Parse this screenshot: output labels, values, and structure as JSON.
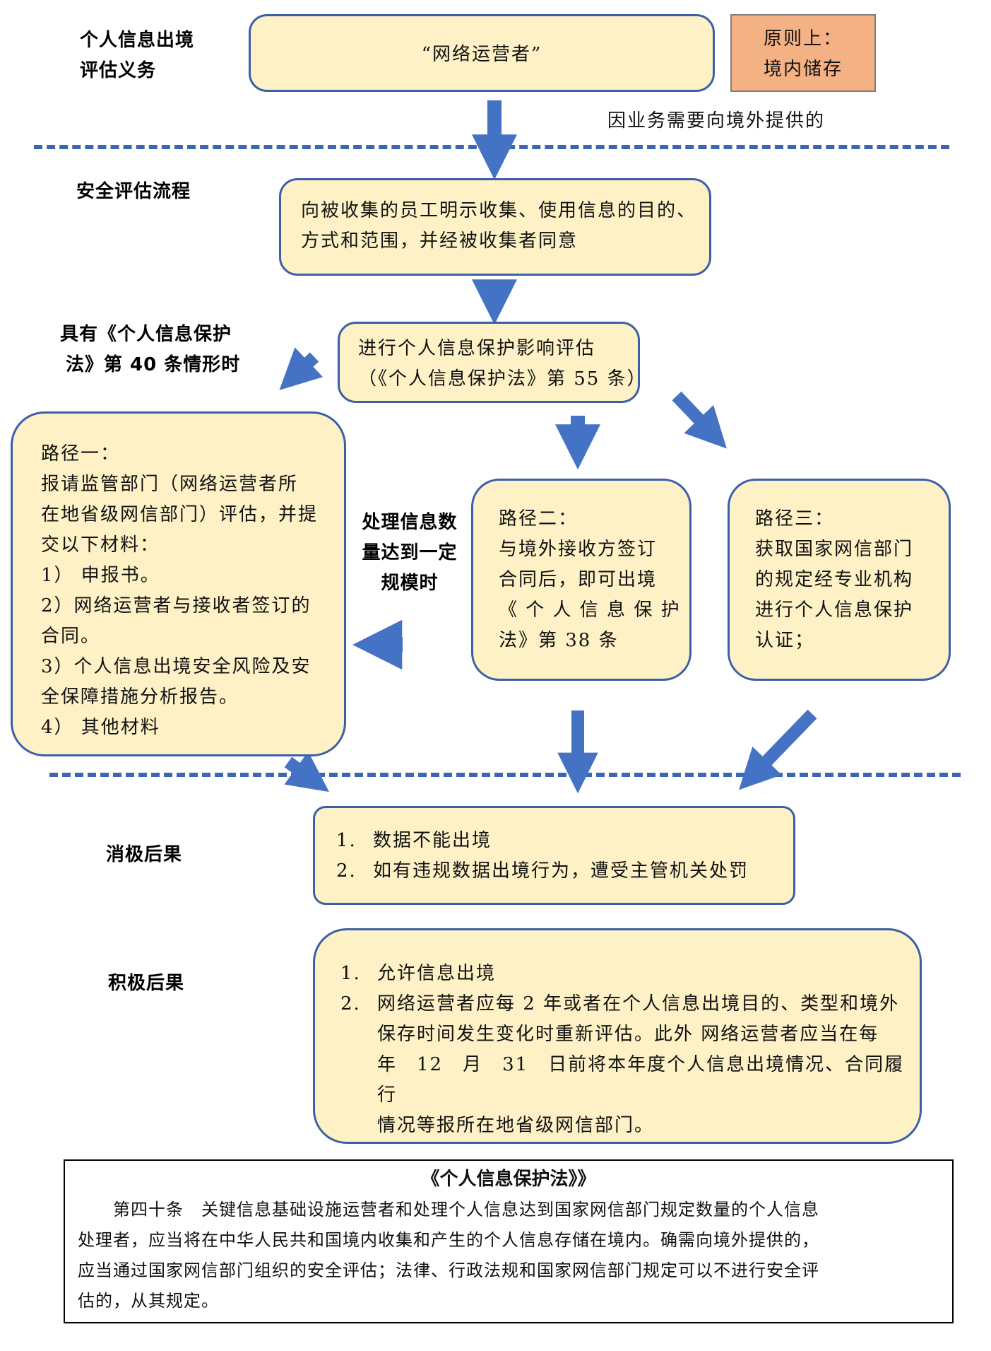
{
  "labels": {
    "obligation": [
      "个人信息出境",
      "评估义务"
    ],
    "process": "安全评估流程",
    "article40": [
      "具有《个人信息保护",
      "法》第 40 条情形时"
    ],
    "scale": [
      "处理信息数",
      "量达到一定",
      "规模时"
    ],
    "negative": "消极后果",
    "positive": "积极后果"
  },
  "boxes": {
    "operator": "“网络运营者”",
    "principle": [
      "原则上：",
      "境内储存"
    ],
    "business_note": "因业务需要向境外提供的",
    "inform": [
      "向被收集的员工明示收集、使用信息的目的、",
      "方式和范围，并经被收集者同意"
    ],
    "assessment": [
      "进行个人信息保护影响评估",
      "（《个人信息保护法》第 55 条）"
    ],
    "path1": [
      "路径一：",
      "报请监管部门（网络运营者所",
      "在地省级网信部门）评估，并提",
      "交以下材料：",
      "1） 申报书。",
      "2）网络运营者与接收者签订的",
      "合同。",
      "3）个人信息出境安全风险及安",
      "全保障措施分析报告。",
      "4） 其他材料"
    ],
    "path2": [
      "路径二：",
      "与境外接收方签订",
      "合同后，即可出境",
      "《 个 人 信 息 保 护",
      "法》第 38 条"
    ],
    "path3": [
      "路径三：",
      "获取国家网信部门",
      "的规定经专业机构",
      "进行个人信息保护",
      "认证；"
    ]
  },
  "negative_items": [
    {
      "num": "1.",
      "text": "数据不能出境"
    },
    {
      "num": "2.",
      "text": "如有违规数据出境行为，遭受主管机关处罚"
    }
  ],
  "positive_items": [
    {
      "num": "1.",
      "lines": [
        "允许信息出境"
      ]
    },
    {
      "num": "2.",
      "lines": [
        "网络运营者应每 2 年或者在个人信息出境目的、类型和境外",
        "保存时间发生变化时重新评估。此外 网络运营者应当在每",
        "年　12　月　31　日前将本年度个人信息出境情况、合同履行",
        "情况等报所在地省级网信部门。"
      ]
    }
  ],
  "law": {
    "title": "《个人信息保护法》》",
    "lines": [
      "　　第四十条　关键信息基础设施运营者和处理个人信息达到国家网信部门规定数量的个人信息",
      "处理者，应当将在中华人民共和国境内收集和产生的个人信息存储在境内。确需向境外提供的，",
      "应当通过国家网信部门组织的安全评估；法律、行政法规和国家网信部门规定可以不进行安全评",
      "估的，从其规定。"
    ]
  },
  "colors": {
    "box_fill": "#fdf1c5",
    "box_border": "#3c5fa9",
    "orange_fill": "#f4b183",
    "orange_border": "#7f7f7f",
    "arrow": "#4472c4",
    "dash": "#3b66b4"
  }
}
